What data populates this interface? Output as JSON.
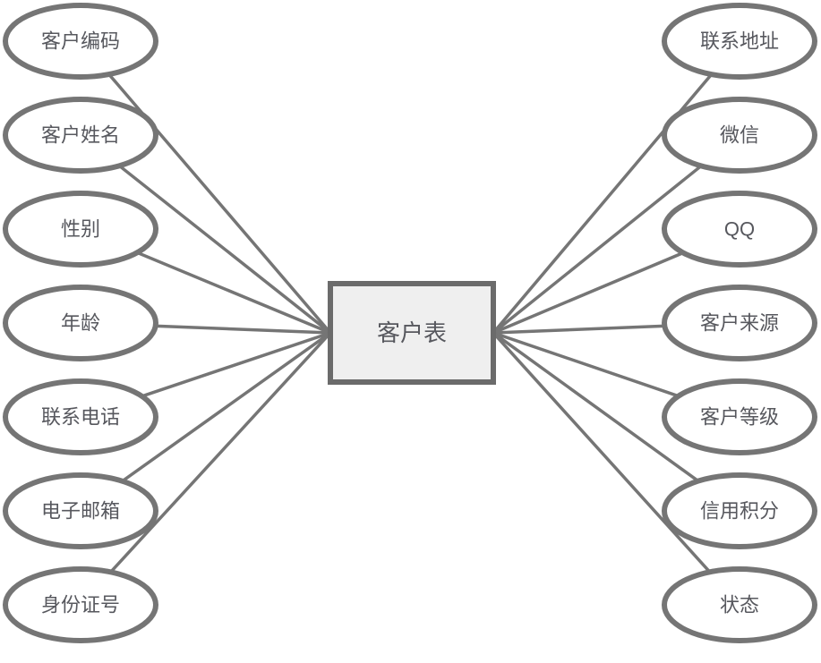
{
  "diagram": {
    "entity": {
      "label": "客户表"
    },
    "left_attributes": [
      {
        "label": "客户编码"
      },
      {
        "label": "客户姓名"
      },
      {
        "label": "性别"
      },
      {
        "label": "年龄"
      },
      {
        "label": "联系电话"
      },
      {
        "label": "电子邮箱"
      },
      {
        "label": "身份证号"
      }
    ],
    "right_attributes": [
      {
        "label": "联系地址"
      },
      {
        "label": "微信"
      },
      {
        "label": "QQ"
      },
      {
        "label": "客户来源"
      },
      {
        "label": "客户等级"
      },
      {
        "label": "信用积分"
      },
      {
        "label": "状态"
      }
    ],
    "colors": {
      "background": "#ffffff",
      "shape_stroke": "#757575",
      "entity_stroke": "#6b6b6b",
      "entity_fill": "#efefef",
      "ellipse_fill": "#ffffff",
      "line_color": "#757575",
      "text_color": "#57585e"
    }
  }
}
